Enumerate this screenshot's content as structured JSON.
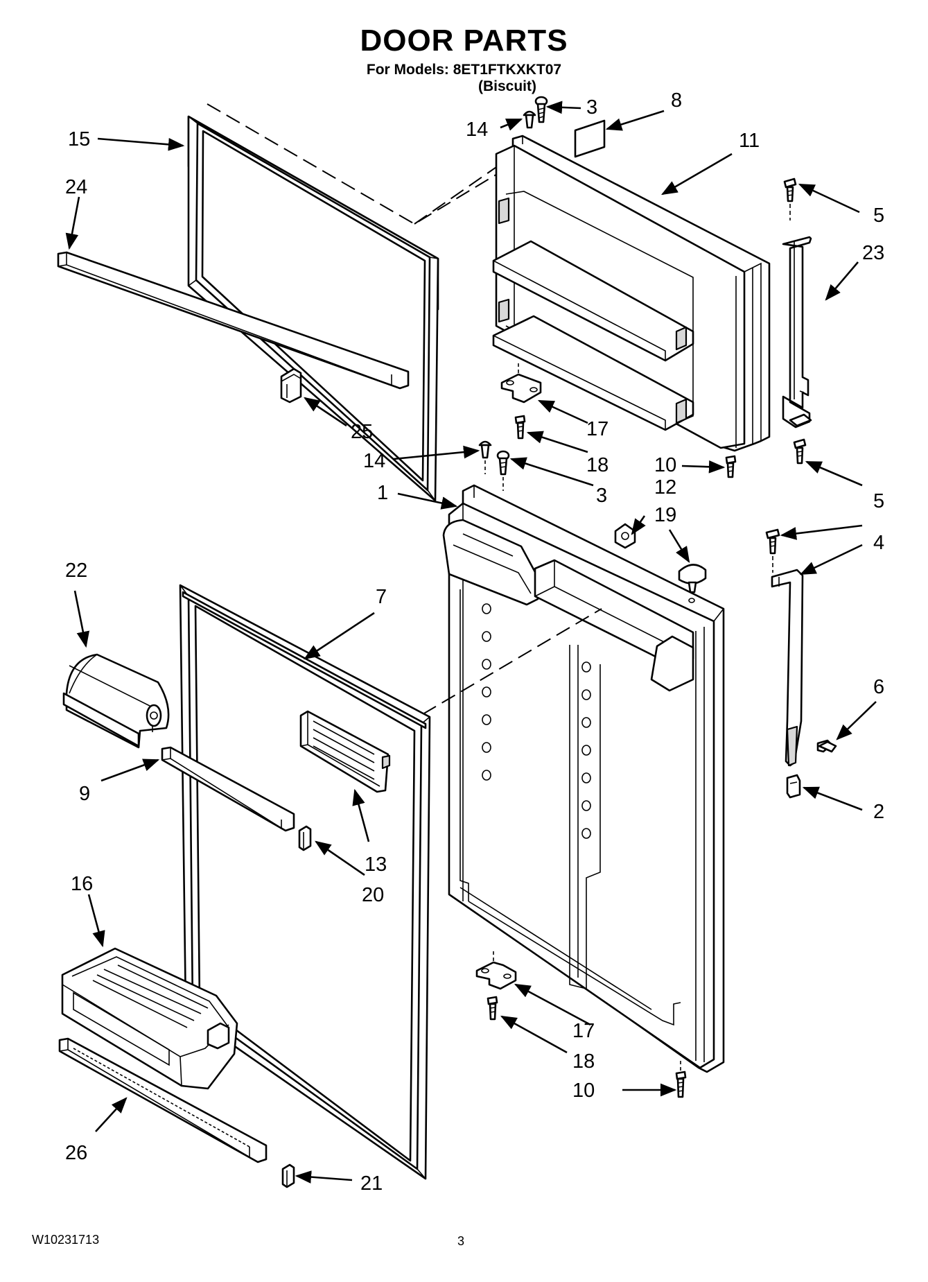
{
  "header": {
    "title": "DOOR PARTS",
    "models_line": "For Models: 8ET1FTKXKT07",
    "color_line": "(Biscuit)"
  },
  "footer": {
    "doc_number": "W10231713",
    "page_number": "3"
  },
  "callouts": {
    "c1": "1",
    "c2": "2",
    "c3a": "3",
    "c3b": "3",
    "c4": "4",
    "c5a": "5",
    "c5b": "5",
    "c6": "6",
    "c7": "7",
    "c8": "8",
    "c9": "9",
    "c10a": "10",
    "c10b": "10",
    "c11": "11",
    "c12": "12",
    "c13": "13",
    "c14a": "14",
    "c14b": "14",
    "c15": "15",
    "c16": "16",
    "c17a": "17",
    "c17b": "17",
    "c18a": "18",
    "c18b": "18",
    "c19": "19",
    "c20": "20",
    "c21": "21",
    "c22": "22",
    "c23": "23",
    "c24": "24",
    "c25": "25",
    "c26": "26"
  }
}
